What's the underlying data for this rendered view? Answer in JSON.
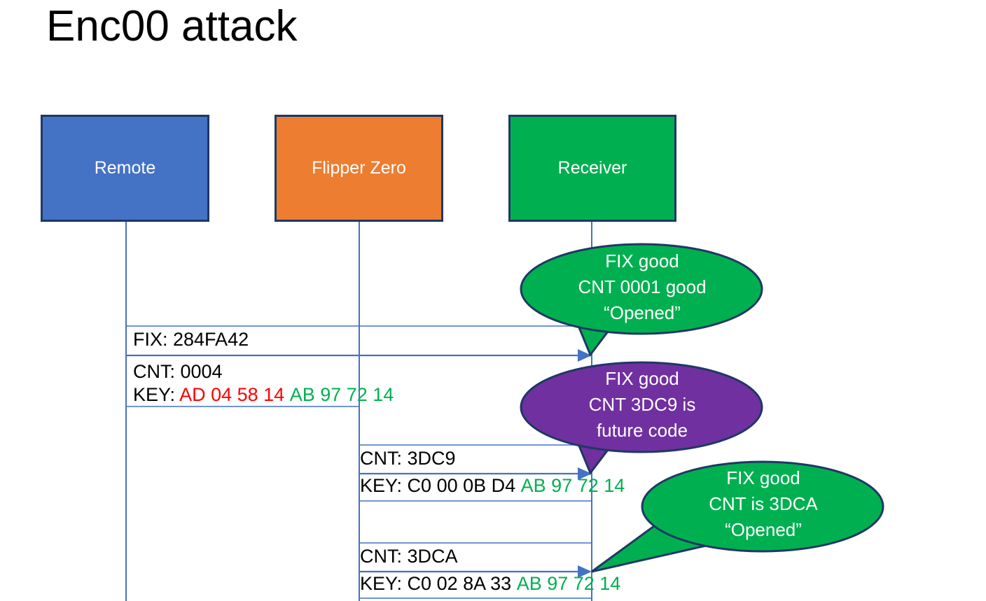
{
  "slide": {
    "title": "Enc00 attack"
  },
  "colors": {
    "remote_blue": "#4472C4",
    "flipper_orange": "#ED7D31",
    "receiver_green": "#00B050",
    "bubble_purple": "#7030A0",
    "box_border": "#1F3864",
    "lifeline_blue": "#4472C4",
    "hex_red": "#FF0000",
    "hex_green": "#00B050",
    "text_black": "#000000",
    "text_white": "#FFFFFF"
  },
  "actors": [
    {
      "id": "remote",
      "label": "Remote"
    },
    {
      "id": "flipper",
      "label": "Flipper Zero"
    },
    {
      "id": "receiver",
      "label": "Receiver"
    }
  ],
  "messages": [
    {
      "id": "msg1",
      "from": "remote",
      "to": "receiver",
      "fix_line": "FIX: 284FA42",
      "cnt_line": "CNT: 0004",
      "key_label": "KEY: ",
      "key_first_half": "AD 04 58 14",
      "key_second_half": "AB 97 72 14",
      "key_first_half_color": "red",
      "key_second_half_color": "green"
    },
    {
      "id": "msg2",
      "from": "flipper",
      "to": "receiver",
      "cnt_line": "CNT: 3DC9",
      "key_label": "KEY: ",
      "key_first_half": "C0 00 0B D4",
      "key_second_half": "AB 97 72 14",
      "key_first_half_color": "black",
      "key_second_half_color": "green"
    },
    {
      "id": "msg3",
      "from": "flipper",
      "to": "receiver",
      "cnt_line": "CNT: 3DCA",
      "key_label": "KEY: ",
      "key_first_half": "C0 02 8A 33",
      "key_second_half": "AB 97 72 14",
      "key_first_half_color": "black",
      "key_second_half_color": "green"
    }
  ],
  "callouts": [
    {
      "id": "bubble1",
      "fill": "#00B050",
      "line1": "FIX good",
      "line2": "CNT 0001 good",
      "line3": "“Opened”"
    },
    {
      "id": "bubble2",
      "fill": "#7030A0",
      "line1": "FIX good",
      "line2": "CNT 3DC9 is",
      "line3": "future code"
    },
    {
      "id": "bubble3",
      "fill": "#00B050",
      "line1": "FIX good",
      "line2": "CNT is 3DCA",
      "line3": "“Opened”"
    }
  ]
}
